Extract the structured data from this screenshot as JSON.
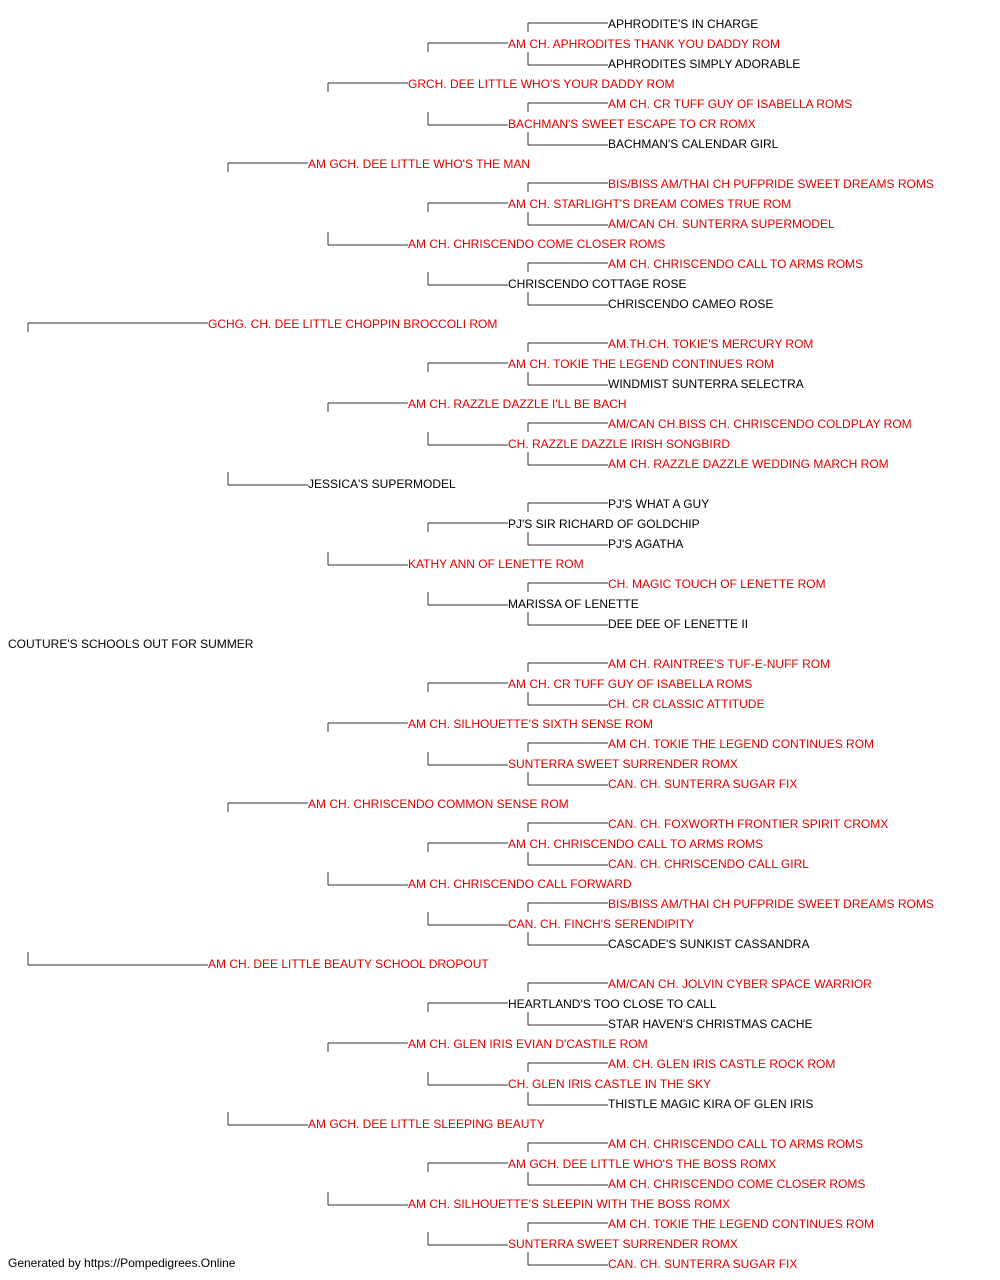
{
  "colors": {
    "titled": "#e00000",
    "untitled": "#000000",
    "line": "#333333"
  },
  "pedigree": {
    "name": "COUTURE'S SCHOOLS OUT FOR SUMMER",
    "titled": false,
    "sire": {
      "name": "GCHG. CH. DEE LITTLE CHOPPIN BROCCOLI ROM",
      "titled": true,
      "sire": {
        "name": "AM GCH. DEE LITTLE WHO'S THE MAN",
        "titled": true,
        "sire": {
          "name": "GRCH. DEE LITTLE WHO'S YOUR DADDY ROM",
          "titled": true,
          "sire": {
            "name": "AM CH. APHRODITES THANK YOU DADDY ROM",
            "titled": true,
            "sire": {
              "name": "APHRODITE'S IN CHARGE",
              "titled": false
            },
            "dam": {
              "name": "APHRODITES SIMPLY ADORABLE",
              "titled": false
            }
          },
          "dam": {
            "name": "BACHMAN'S SWEET ESCAPE TO CR ROMX",
            "titled": true,
            "sire": {
              "name": "AM CH. CR TUFF GUY OF ISABELLA ROMS",
              "titled": true
            },
            "dam": {
              "name": "BACHMAN'S CALENDAR GIRL",
              "titled": false
            }
          }
        },
        "dam": {
          "name": "AM CH. CHRISCENDO COME CLOSER ROMS",
          "titled": true,
          "sire": {
            "name": "AM CH. STARLIGHT'S DREAM COMES TRUE ROM",
            "titled": true,
            "sire": {
              "name": "BIS/BISS AM/THAI CH PUFPRIDE SWEET DREAMS ROMS",
              "titled": true
            },
            "dam": {
              "name": "AM/CAN CH. SUNTERRA SUPERMODEL",
              "titled": true
            }
          },
          "dam": {
            "name": "CHRISCENDO COTTAGE ROSE",
            "titled": false,
            "sire": {
              "name": "AM CH. CHRISCENDO CALL TO ARMS ROMS",
              "titled": true
            },
            "dam": {
              "name": "CHRISCENDO CAMEO ROSE",
              "titled": false
            }
          }
        }
      },
      "dam": {
        "name": "JESSICA'S SUPERMODEL",
        "titled": false,
        "sire": {
          "name": "AM CH. RAZZLE DAZZLE I'LL BE BACH",
          "titled": true,
          "sire": {
            "name": "AM CH. TOKIE THE LEGEND CONTINUES ROM",
            "titled": true,
            "sire": {
              "name": "AM.TH.CH. TOKIE'S MERCURY ROM",
              "titled": true
            },
            "dam": {
              "name": "WINDMIST SUNTERRA SELECTRA",
              "titled": false
            }
          },
          "dam": {
            "name": "CH. RAZZLE DAZZLE IRISH SONGBIRD",
            "titled": true,
            "sire": {
              "name": "AM/CAN CH.BISS CH. CHRISCENDO COLDPLAY ROM",
              "titled": true
            },
            "dam": {
              "name": "AM CH. RAZZLE DAZZLE WEDDING MARCH ROM",
              "titled": true
            }
          }
        },
        "dam": {
          "name": "KATHY ANN OF LENETTE ROM",
          "titled": true,
          "sire": {
            "name": "PJ'S SIR RICHARD OF GOLDCHIP",
            "titled": false,
            "sire": {
              "name": "PJ'S WHAT A GUY",
              "titled": false
            },
            "dam": {
              "name": "PJ'S AGATHA",
              "titled": false
            }
          },
          "dam": {
            "name": "MARISSA OF LENETTE",
            "titled": false,
            "sire": {
              "name": "CH. MAGIC TOUCH OF LENETTE ROM",
              "titled": true
            },
            "dam": {
              "name": "DEE DEE OF LENETTE II",
              "titled": false
            }
          }
        }
      }
    },
    "dam": {
      "name": "AM CH. DEE LITTLE BEAUTY SCHOOL DROPOUT",
      "titled": true,
      "sire": {
        "name": "AM CH. CHRISCENDO COMMON SENSE ROM",
        "titled": true,
        "sire": {
          "name": "AM CH. SILHOUETTE'S SIXTH SENSE ROM",
          "titled": true,
          "sire": {
            "name": "AM CH. CR TUFF GUY OF ISABELLA ROMS",
            "titled": true,
            "sire": {
              "name": "AM CH. RAINTREE'S TUF-E-NUFF ROM",
              "titled": true
            },
            "dam": {
              "name": "CH. CR CLASSIC ATTITUDE",
              "titled": true
            }
          },
          "dam": {
            "name": "SUNTERRA SWEET SURRENDER ROMX",
            "titled": true,
            "sire": {
              "name": "AM CH. TOKIE THE LEGEND CONTINUES ROM",
              "titled": true
            },
            "dam": {
              "name": "CAN. CH. SUNTERRA SUGAR FIX",
              "titled": true
            }
          }
        },
        "dam": {
          "name": "AM CH. CHRISCENDO CALL FORWARD",
          "titled": true,
          "sire": {
            "name": "AM CH. CHRISCENDO CALL TO ARMS ROMS",
            "titled": true,
            "sire": {
              "name": "CAN. CH. FOXWORTH FRONTIER SPIRIT CROMX",
              "titled": true
            },
            "dam": {
              "name": "CAN. CH. CHRISCENDO CALL GIRL",
              "titled": true
            }
          },
          "dam": {
            "name": "CAN. CH. FINCH'S SERENDIPITY",
            "titled": true,
            "sire": {
              "name": "BIS/BISS AM/THAI CH PUFPRIDE SWEET DREAMS ROMS",
              "titled": true
            },
            "dam": {
              "name": "CASCADE'S SUNKIST CASSANDRA",
              "titled": false
            }
          }
        }
      },
      "dam": {
        "name": "AM GCH. DEE LITTLE SLEEPING BEAUTY",
        "titled": true,
        "sire": {
          "name": "AM CH. GLEN IRIS EVIAN D'CASTILE ROM",
          "titled": true,
          "sire": {
            "name": "HEARTLAND'S TOO CLOSE TO CALL",
            "titled": false,
            "sire": {
              "name": "AM/CAN CH. JOLVIN CYBER SPACE WARRIOR",
              "titled": true
            },
            "dam": {
              "name": "STAR HAVEN'S CHRISTMAS CACHE",
              "titled": false
            }
          },
          "dam": {
            "name": "CH. GLEN IRIS CASTLE IN THE SKY",
            "titled": true,
            "sire": {
              "name": "AM. CH. GLEN IRIS CASTLE ROCK ROM",
              "titled": true
            },
            "dam": {
              "name": "THISTLE MAGIC KIRA OF GLEN IRIS",
              "titled": false
            }
          }
        },
        "dam": {
          "name": "AM CH. SILHOUETTE'S SLEEPIN WITH THE BOSS ROMX",
          "titled": true,
          "sire": {
            "name": "AM GCH. DEE LITTLE WHO'S THE BOSS ROMX",
            "titled": true,
            "sire": {
              "name": "AM CH. CHRISCENDO CALL TO ARMS ROMS",
              "titled": true
            },
            "dam": {
              "name": "AM CH. CHRISCENDO COME CLOSER ROMS",
              "titled": true
            }
          },
          "dam": {
            "name": "SUNTERRA SWEET SURRENDER ROMX",
            "titled": true,
            "sire": {
              "name": "AM CH. TOKIE THE LEGEND CONTINUES ROM",
              "titled": true
            },
            "dam": {
              "name": "CAN. CH. SUNTERRA SUGAR FIX",
              "titled": true
            }
          }
        }
      }
    }
  },
  "footer": {
    "text": "Generated by https://Pompedigrees.Online"
  }
}
